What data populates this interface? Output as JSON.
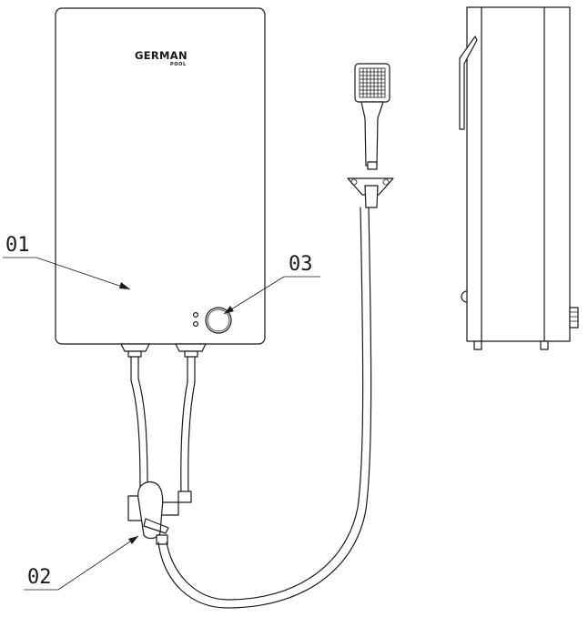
{
  "brand": {
    "name": "GERMAN",
    "sub": "POOL"
  },
  "callouts": [
    {
      "id": "01",
      "label": "01",
      "part": "heater-body"
    },
    {
      "id": "02",
      "label": "02",
      "part": "mixing-valve"
    },
    {
      "id": "03",
      "label": "03",
      "part": "temperature-knob"
    }
  ],
  "colors": {
    "line": "#1a1a1a",
    "background": "#ffffff"
  }
}
